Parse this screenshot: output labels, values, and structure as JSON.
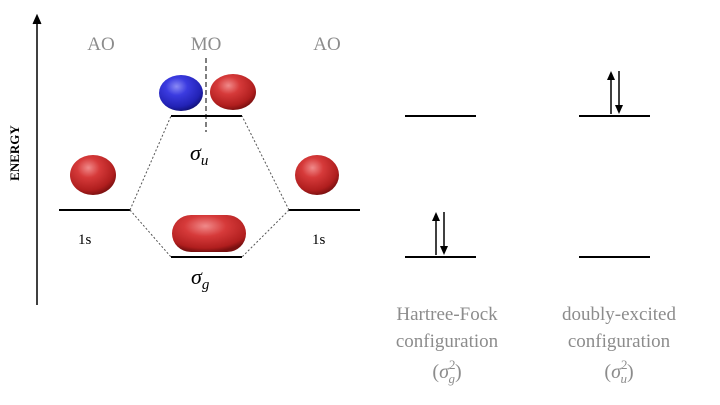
{
  "axis": {
    "label": "ENERGY"
  },
  "columns": {
    "ao_left": "AO",
    "mo": "MO",
    "ao_right": "AO"
  },
  "orbitals": {
    "left_1s": "1s",
    "right_1s": "1s",
    "sigma_u": {
      "symbol": "σ",
      "subscript": "u"
    },
    "sigma_g": {
      "symbol": "σ",
      "subscript": "g"
    }
  },
  "configurations": {
    "hartree_fock": {
      "line1": "Hartree-Fock",
      "line2": "configuration",
      "label": {
        "symbol": "σ",
        "subscript": "g",
        "superscript": "2"
      }
    },
    "doubly_excited": {
      "line1": "doubly-excited",
      "line2": "configuration",
      "label": {
        "symbol": "σ",
        "subscript": "u",
        "superscript": "2"
      }
    }
  },
  "colors": {
    "text_gray": "#8c8c8c",
    "line": "#000000",
    "lobe_red": "#c42828",
    "lobe_blue": "#2a2acb",
    "dotted": "#555555"
  }
}
